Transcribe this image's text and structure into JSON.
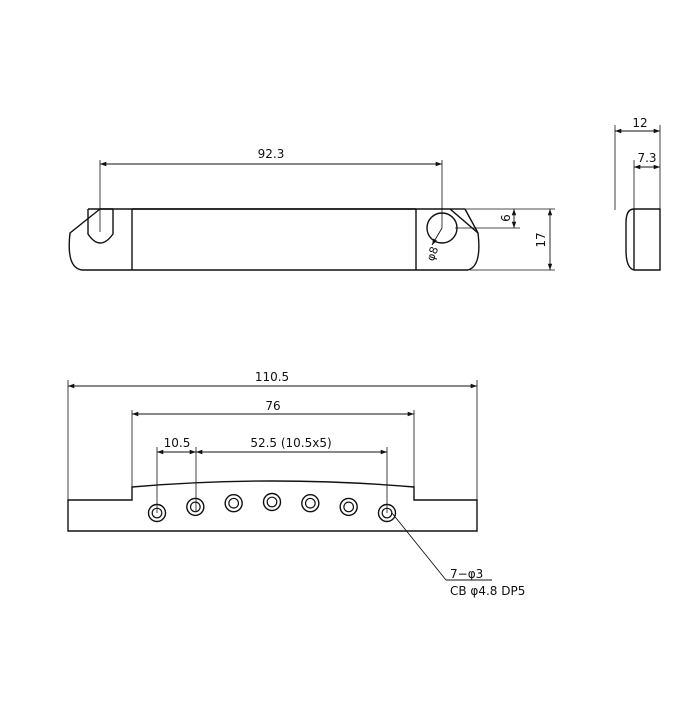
{
  "drawing": {
    "dimensions": {
      "slot_spacing": "92.3",
      "end_height": "6",
      "total_height": "17",
      "hole_dia": "φ8",
      "side_width": "12",
      "side_inner_width": "7.3",
      "overall_length": "110.5",
      "recess_length": "76",
      "hole_pitch": "10.5",
      "hole_span": "52.5 (10.5x5)"
    },
    "callout": {
      "line1": "7−φ3",
      "line2": "CB φ4.8 DP5"
    },
    "string_hole_count": 7
  }
}
